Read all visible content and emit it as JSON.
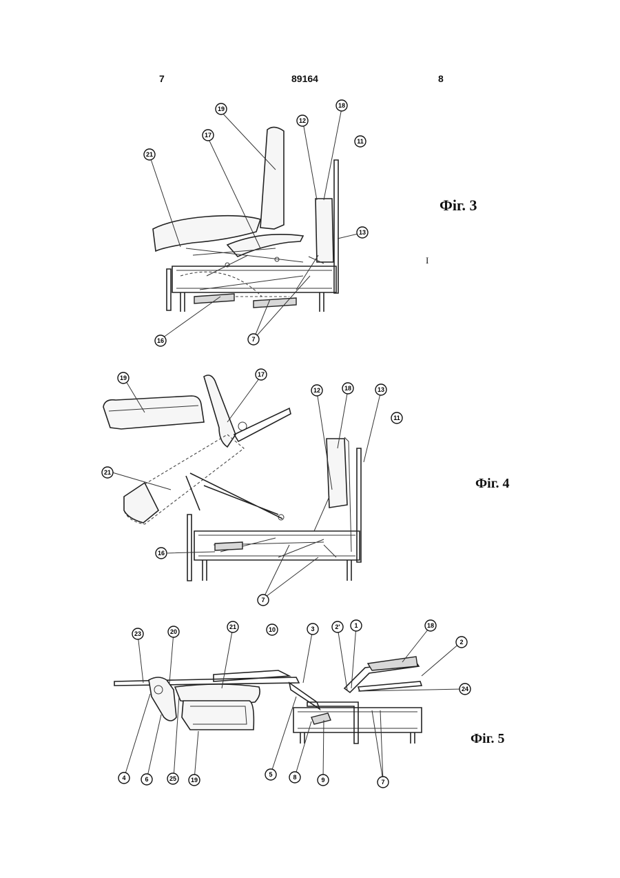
{
  "header": {
    "left_page": "7",
    "patent_number": "89164",
    "right_page": "8"
  },
  "figures": {
    "fig3": {
      "label": "Фіг. 3",
      "callouts": [
        "19",
        "17",
        "21",
        "12",
        "18",
        "11",
        "13",
        "16",
        "7"
      ],
      "mark": "I"
    },
    "fig4": {
      "label": "Фіг. 4",
      "callouts": [
        "19",
        "17",
        "12",
        "18",
        "13",
        "11",
        "21",
        "16",
        "7"
      ]
    },
    "fig5": {
      "label": "Фіг. 5",
      "callouts": [
        "23",
        "20",
        "21",
        "10",
        "3",
        "2'",
        "1",
        "18",
        "2",
        "24",
        "4",
        "6",
        "25",
        "19",
        "5",
        "8",
        "9",
        "7"
      ]
    }
  }
}
